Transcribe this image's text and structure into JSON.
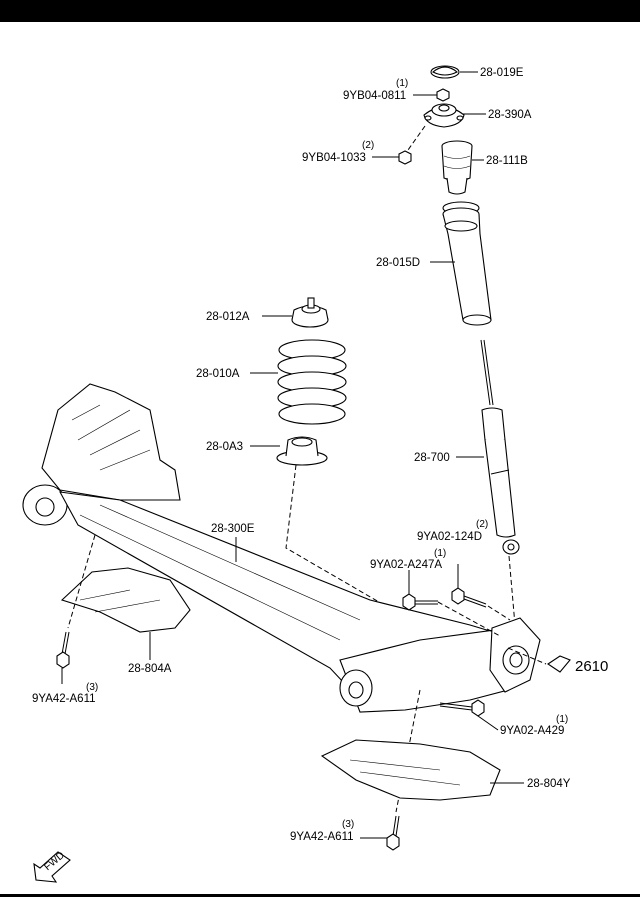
{
  "callouts": {
    "p28_019E": "28-019E",
    "p9YB04_0811": "9YB04-0811",
    "q1a": "(1)",
    "p28_390A": "28-390A",
    "q2a": "(2)",
    "p9YB04_1033": "9YB04-1033",
    "p28_111B": "28-111B",
    "p28_015D": "28-015D",
    "p28_012A": "28-012A",
    "p28_010A": "28-010A",
    "p28_0A3": "28-0A3",
    "p28_700": "28-700",
    "p28_300E": "28-300E",
    "q2b": "(2)",
    "p9YA02_124D": "9YA02-124D",
    "q1b": "(1)",
    "p9YA02_A247A": "9YA02-A247A",
    "p28_804A": "28-804A",
    "q3a": "(3)",
    "p9YA42_A611a": "9YA42-A611",
    "ref2610": "2610",
    "q1c": "(1)",
    "p9YA02_A429": "9YA02-A429",
    "p28_804Y": "28-804Y",
    "q3b": "(3)",
    "p9YA42_A611b": "9YA42-A611",
    "fwd": "FWD"
  }
}
